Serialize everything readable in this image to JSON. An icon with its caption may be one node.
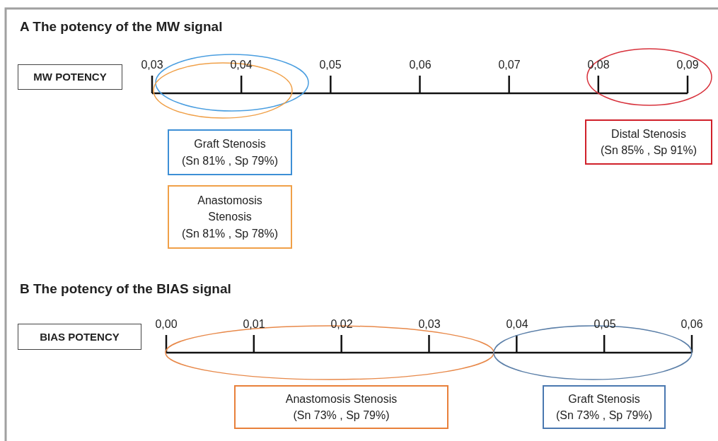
{
  "diagram": {
    "nodes": [
      {
        "text": [
          "MW POTENCY"
        ]
      },
      {
        "text": [
          "Graft Stenosis",
          "(Sn 81% , Sp 79%)"
        ]
      },
      {
        "text": [
          "Anastomosis Stenosis",
          "(Sn 81% , Sp 78%)"
        ]
      },
      {
        "text": [
          "Distal Stenosis",
          "(Sn 85% , Sp 91%)"
        ]
      },
      {
        "text": [
          "BIAS POTENCY"
        ]
      },
      {
        "text": [
          "Anastomosis Stenosis",
          "(Sn 73% , Sp 79%)"
        ]
      },
      {
        "text": [
          "Graft Stenosis",
          "(Sn 73% , Sp 79%)"
        ]
      }
    ],
    "labels": [
      "A The potency of the MW signal",
      "0,03",
      "0,04",
      "0,05",
      "0,06",
      "0,07",
      "0,08",
      "0,09",
      "B The potency of the BIAS signal",
      "0,00",
      "0,01",
      "0,02",
      "0,03",
      "0,04",
      "0,05",
      "0,06"
    ]
  }
}
